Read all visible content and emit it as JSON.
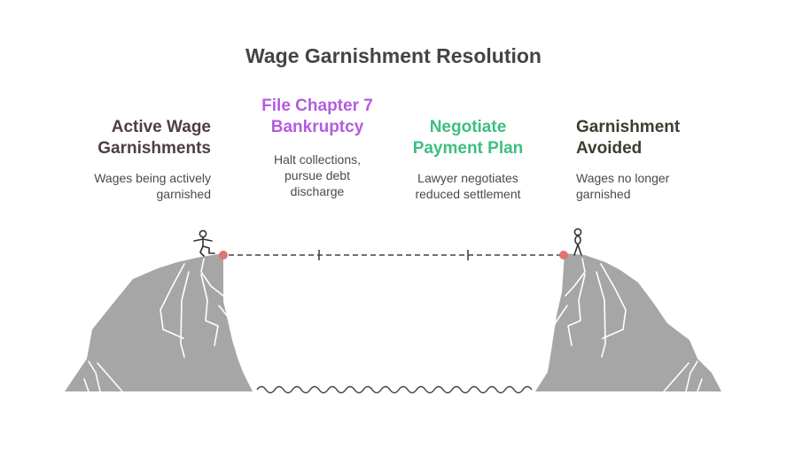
{
  "title": "Wage Garnishment Resolution",
  "stages": [
    {
      "title_lines": [
        "Active Wage",
        "Garnishments"
      ],
      "desc_lines": [
        "Wages being actively",
        "garnished"
      ],
      "color": "#4f3f3f"
    },
    {
      "title_lines": [
        "File Chapter 7",
        "Bankruptcy"
      ],
      "desc_lines": [
        "Halt collections,",
        "pursue debt",
        "discharge"
      ],
      "color": "#b35ce0"
    },
    {
      "title_lines": [
        "Negotiate",
        "Payment Plan"
      ],
      "desc_lines": [
        "Lawyer negotiates",
        "reduced settlement"
      ],
      "color": "#3dbf80"
    },
    {
      "title_lines": [
        "Garnishment",
        "Avoided"
      ],
      "desc_lines": [
        "Wages no longer",
        "garnished"
      ],
      "color": "#3d3d30"
    }
  ],
  "colors": {
    "cliff": "#a6a6a6",
    "crack": "#ffffff",
    "endpoint": "#e27272",
    "line": "#444444"
  },
  "icons": {
    "left_figure": "person-stepping-icon",
    "right_figure": "person-standing-icon"
  }
}
